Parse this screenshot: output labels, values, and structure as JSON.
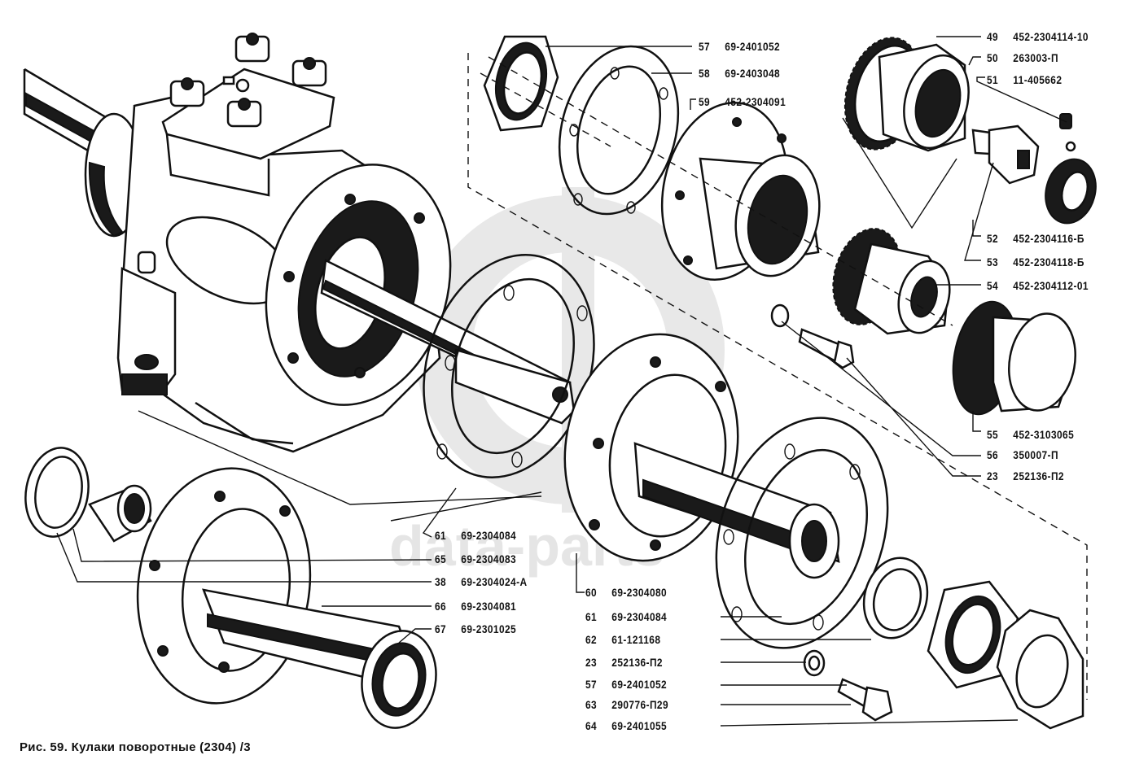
{
  "figure": {
    "caption": "Рис. 59. Кулаки поворотные (2304) /3",
    "watermark": "data-parts"
  },
  "callouts": [
    {
      "id": "c57a",
      "num": "57",
      "part": "69-2401052"
    },
    {
      "id": "c58",
      "num": "58",
      "part": "69-2403048"
    },
    {
      "id": "c59",
      "num": "59",
      "part": "452-2304091"
    },
    {
      "id": "c49",
      "num": "49",
      "part": "452-2304114-10"
    },
    {
      "id": "c50",
      "num": "50",
      "part": "263003-П"
    },
    {
      "id": "c51",
      "num": "51",
      "part": "11-405662"
    },
    {
      "id": "c52",
      "num": "52",
      "part": "452-2304116-Б"
    },
    {
      "id": "c53",
      "num": "53",
      "part": "452-2304118-Б"
    },
    {
      "id": "c54",
      "num": "54",
      "part": "452-2304112-01"
    },
    {
      "id": "c55",
      "num": "55",
      "part": "452-3103065"
    },
    {
      "id": "c56",
      "num": "56",
      "part": "350007-П"
    },
    {
      "id": "c23a",
      "num": "23",
      "part": "252136-П2"
    },
    {
      "id": "c61a",
      "num": "61",
      "part": "69-2304084"
    },
    {
      "id": "c65",
      "num": "65",
      "part": "69-2304083"
    },
    {
      "id": "c38",
      "num": "38",
      "part": "69-2304024-А"
    },
    {
      "id": "c66",
      "num": "66",
      "part": "69-2304081"
    },
    {
      "id": "c67",
      "num": "67",
      "part": "69-2301025"
    },
    {
      "id": "c60",
      "num": "60",
      "part": "69-2304080"
    },
    {
      "id": "c61b",
      "num": "61",
      "part": "69-2304084"
    },
    {
      "id": "c62",
      "num": "62",
      "part": "61-121168"
    },
    {
      "id": "c23b",
      "num": "23",
      "part": "252136-П2"
    },
    {
      "id": "c57b",
      "num": "57",
      "part": "69-2401052"
    },
    {
      "id": "c63",
      "num": "63",
      "part": "290776-П29"
    },
    {
      "id": "c64",
      "num": "64",
      "part": "69-2401055"
    }
  ]
}
